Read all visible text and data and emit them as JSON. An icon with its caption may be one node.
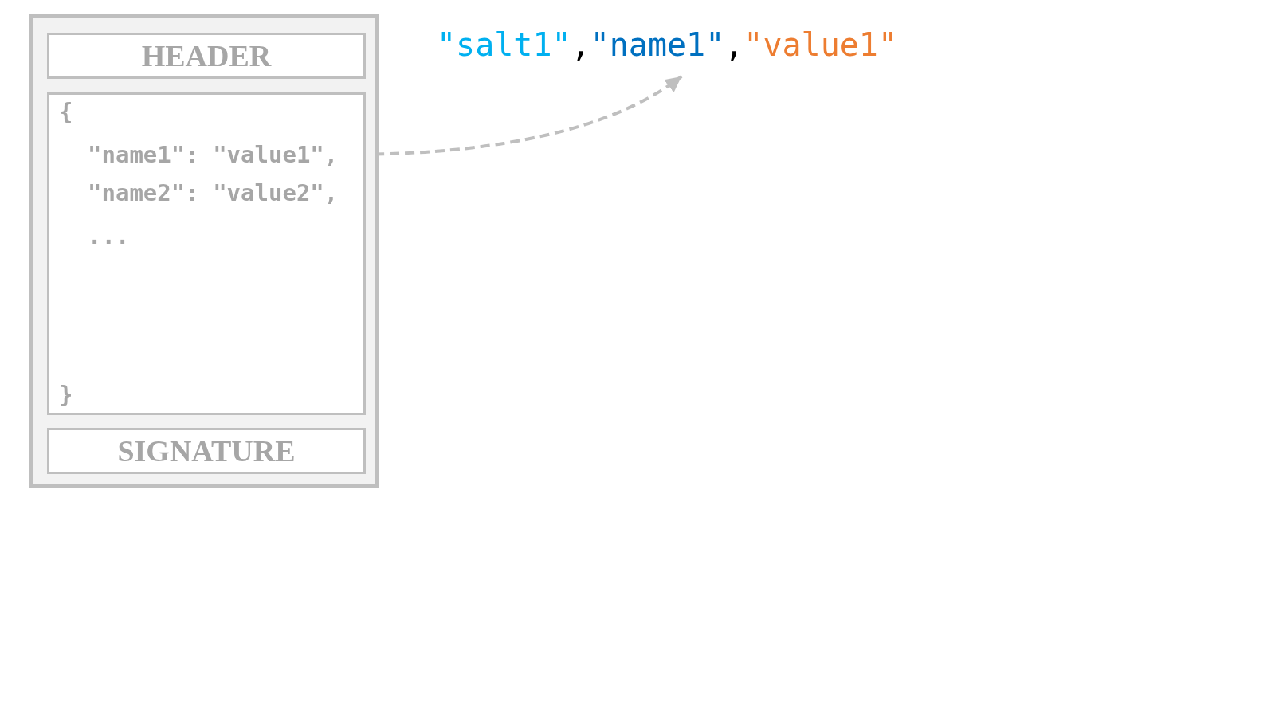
{
  "diagram": {
    "nodes": [
      {
        "text": [],
        "shape": "box"
      },
      {
        "text": [
          "HEADER"
        ],
        "in": 0
      },
      {
        "text": [
          "{",
          "}"
        ],
        "in": 0
      },
      {
        "text": [
          "\"name1\": \"value1\","
        ],
        "in": 2
      },
      {
        "text": [
          "\"name2\": \"value2\","
        ],
        "in": 2
      },
      {
        "text": [
          "..."
        ],
        "in": 2
      },
      {
        "text": [
          "SIGNATURE"
        ],
        "in": 0
      },
      {
        "text": [
          "\"salt1\",",
          "\"name1\",",
          "\"value1\""
        ]
      }
    ],
    "edges": [
      {
        "from": 3,
        "to": 7,
        "arrow": "to",
        "style": "dashed",
        "color": "#bfbfbf"
      }
    ]
  }
}
